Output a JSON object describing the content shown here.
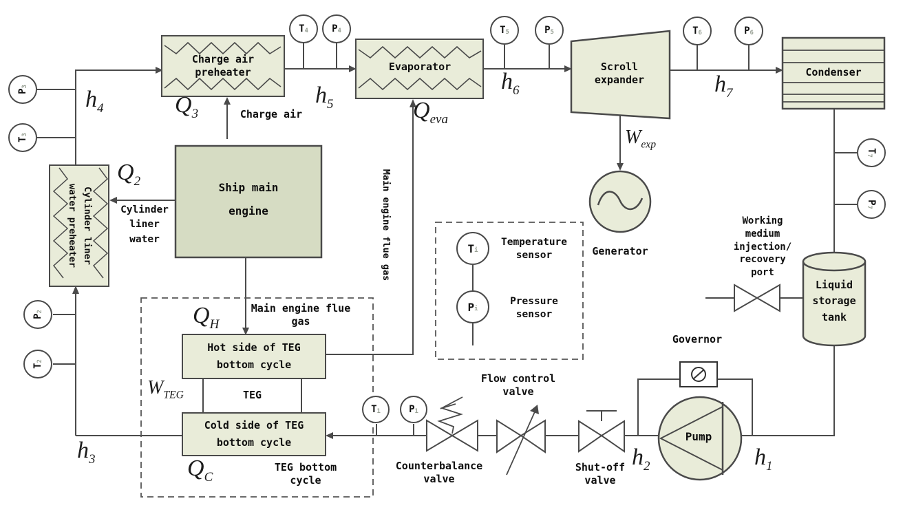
{
  "colors": {
    "box_fill": "#e9ecd9",
    "engine_fill": "#d6dcc3",
    "line": "#4a4a4a",
    "white": "#ffffff",
    "sub_gray": "#98a094"
  },
  "components": {
    "charge_air_preheater": {
      "lines": [
        "Charge air",
        "preheater"
      ]
    },
    "evaporator": {
      "label": "Evaporator"
    },
    "scroll_expander": {
      "lines": [
        "Scroll",
        "expander"
      ]
    },
    "condenser": {
      "label": "Condenser"
    },
    "ship_main_engine": {
      "lines": [
        "Ship main",
        "engine"
      ]
    },
    "cylinder_preheater": {
      "lines": [
        "Cylinder liner",
        "water preheater"
      ]
    },
    "hot_side": {
      "lines": [
        "Hot side of TEG",
        "bottom cycle"
      ]
    },
    "teg": {
      "label": "TEG"
    },
    "cold_side": {
      "lines": [
        "Cold side of TEG",
        "bottom cycle"
      ]
    },
    "generator": {
      "label": "Generator"
    },
    "pump": {
      "label": "Pump"
    },
    "governor": {
      "label": "Governor"
    },
    "liquid_storage_tank": {
      "lines": [
        "Liquid",
        "storage",
        "tank"
      ]
    }
  },
  "sensors": {
    "t1": {
      "letter": "T",
      "sub": "1"
    },
    "p1": {
      "letter": "P",
      "sub": "1"
    },
    "t2": {
      "letter": "T",
      "sub": "2"
    },
    "p2": {
      "letter": "P",
      "sub": "2"
    },
    "t3": {
      "letter": "T",
      "sub": "3"
    },
    "p3": {
      "letter": "P",
      "sub": "3"
    },
    "t4": {
      "letter": "T",
      "sub": "4"
    },
    "p4": {
      "letter": "P",
      "sub": "4"
    },
    "t5": {
      "letter": "T",
      "sub": "5"
    },
    "p5": {
      "letter": "P",
      "sub": "5"
    },
    "t6": {
      "letter": "T",
      "sub": "6"
    },
    "p6": {
      "letter": "P",
      "sub": "6"
    },
    "t7": {
      "letter": "T",
      "sub": "7"
    },
    "p7": {
      "letter": "P",
      "sub": "7"
    },
    "ti": {
      "letter": "T",
      "sub": "i"
    },
    "pi": {
      "letter": "P",
      "sub": "i"
    }
  },
  "enthalpy": {
    "h1": {
      "main": "h",
      "sub": "1"
    },
    "h2": {
      "main": "h",
      "sub": "2"
    },
    "h3": {
      "main": "h",
      "sub": "3"
    },
    "h4": {
      "main": "h",
      "sub": "4"
    },
    "h5": {
      "main": "h",
      "sub": "5"
    },
    "h6": {
      "main": "h",
      "sub": "6"
    },
    "h7": {
      "main": "h",
      "sub": "7"
    }
  },
  "energy": {
    "q2": {
      "main": "Q",
      "sub": "2"
    },
    "q3": {
      "main": "Q",
      "sub": "3"
    },
    "q_eva": {
      "main": "Q",
      "sub": "eva"
    },
    "q_h": {
      "main": "Q",
      "sub": "H"
    },
    "q_c": {
      "main": "Q",
      "sub": "C"
    },
    "w_teg": {
      "main": "W",
      "sub": "TEG"
    },
    "w_exp": {
      "main": "W",
      "sub": "exp"
    }
  },
  "flow_labels": {
    "charge_air": "Charge air",
    "cylinder_liner_water": {
      "lines": [
        "Cylinder",
        "liner",
        "water"
      ]
    },
    "main_engine_flue_gas": {
      "lines": [
        "Main engine flue",
        "gas"
      ]
    },
    "main_engine_flue_gas_vertical": "Main engine flue gas",
    "teg_bottom_cycle": {
      "lines": [
        "TEG bottom",
        "cycle"
      ]
    }
  },
  "valves": {
    "counterbalance": {
      "lines": [
        "Counterbalance",
        "valve"
      ]
    },
    "flow_control": {
      "lines": [
        "Flow control",
        "valve"
      ]
    },
    "shut_off": {
      "lines": [
        "Shut-off",
        "valve"
      ]
    },
    "injection_port": {
      "lines": [
        "Working",
        "medium",
        "injection/",
        "recovery",
        "port"
      ]
    }
  },
  "legend": {
    "temperature_sensor": {
      "lines": [
        "Temperature",
        "sensor"
      ]
    },
    "pressure_sensor": {
      "lines": [
        "Pressure",
        "sensor"
      ]
    }
  }
}
